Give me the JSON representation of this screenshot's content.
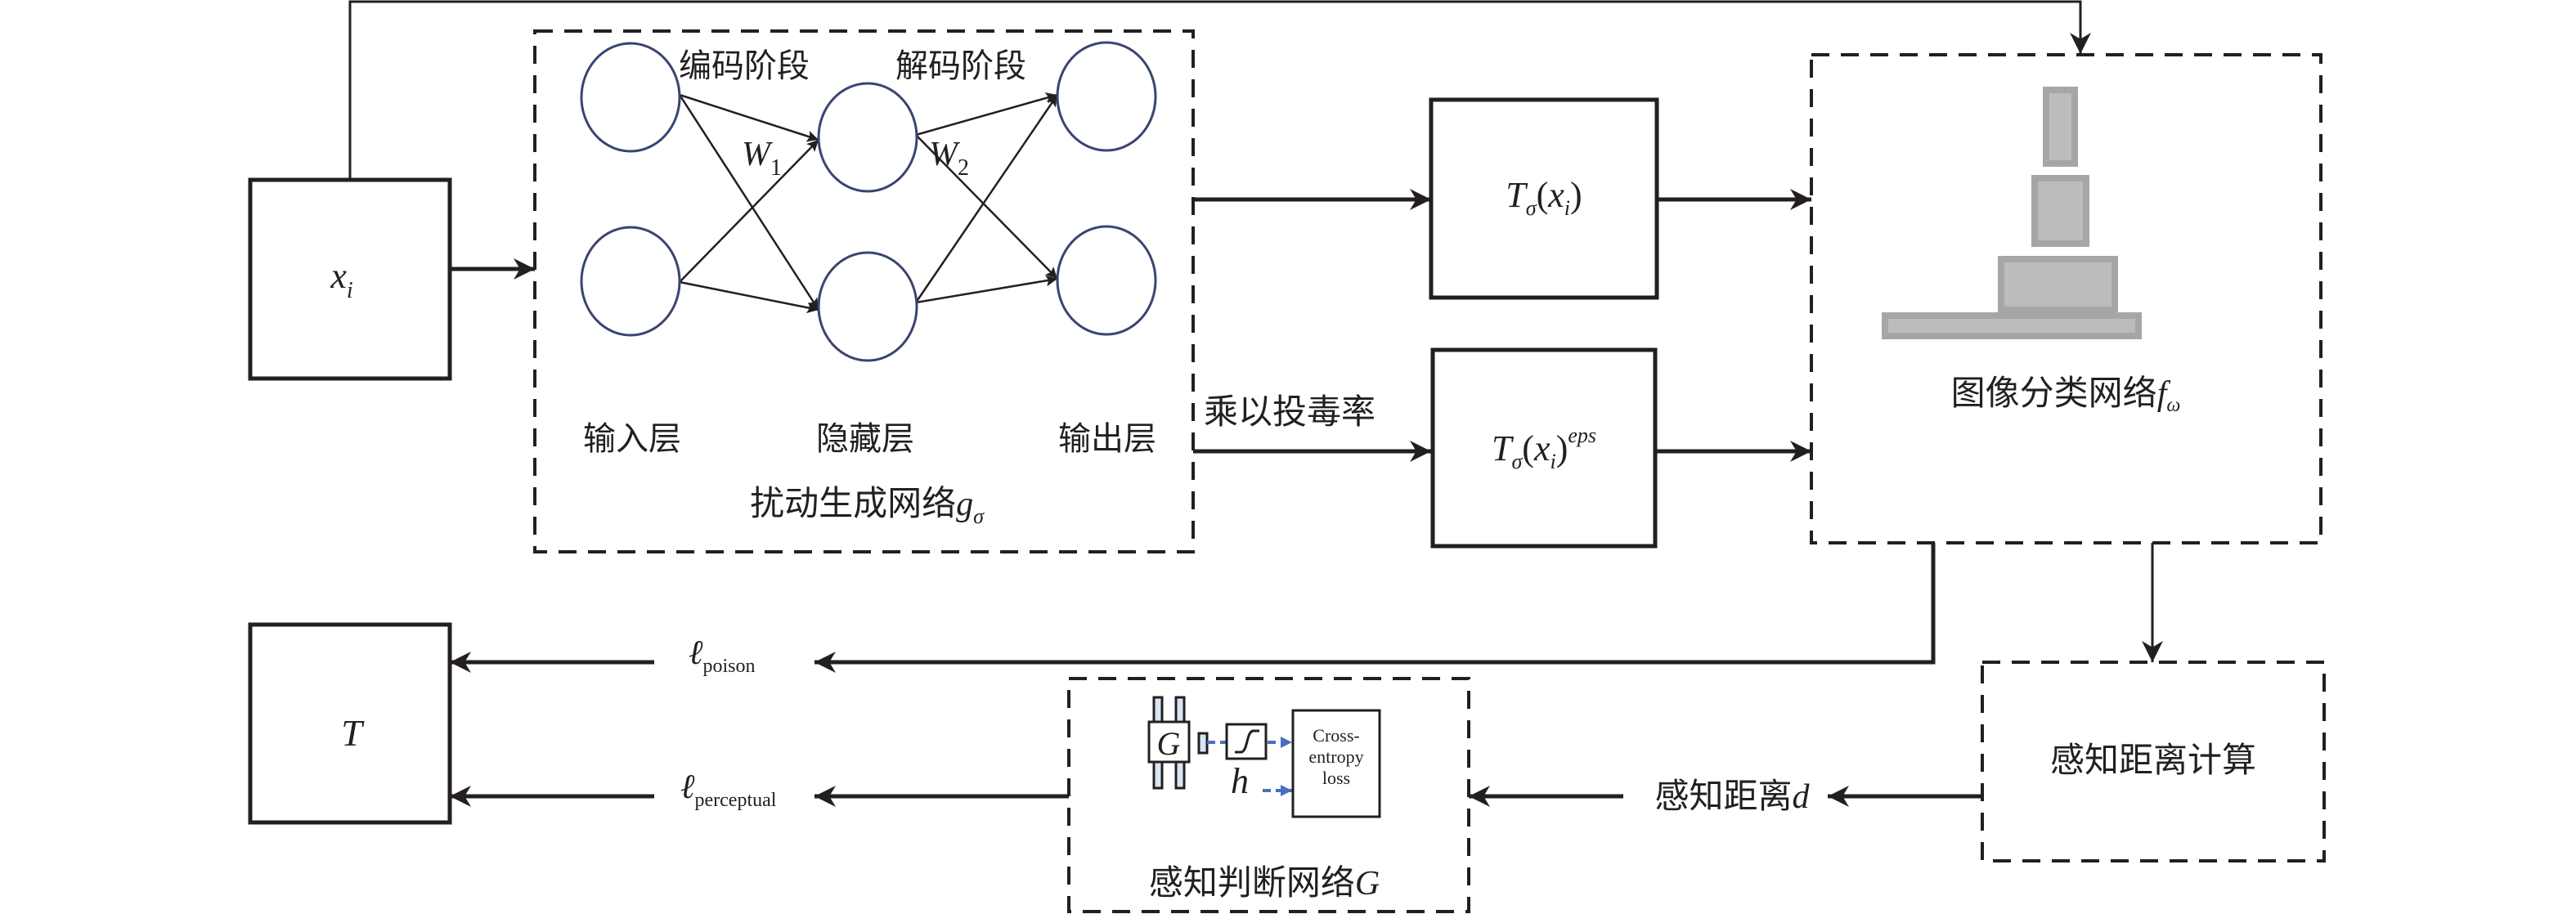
{
  "input_box": {
    "label": "x",
    "subscript": "i"
  },
  "target_box": {
    "label": "T"
  },
  "perturbation_network": {
    "title_text": "扰动生成网络",
    "title_symbol": "g",
    "title_symbol_sub": "σ",
    "encode_stage": "编码阶段",
    "decode_stage": "解码阶段",
    "input_layer": "输入层",
    "hidden_layer": "隐藏层",
    "output_layer": "输出层",
    "weight1": "W",
    "weight1_sub": "1",
    "weight2": "W",
    "weight2_sub": "2"
  },
  "t_sigma_box": {
    "main": "T",
    "sub": "σ",
    "paren_open": "(",
    "arg": "x",
    "arg_sub": "i",
    "paren_close": ")"
  },
  "t_sigma_eps_box": {
    "main": "T",
    "sub": "σ",
    "paren_open": "(",
    "arg": "x",
    "arg_sub": "i",
    "paren_close": ")",
    "sup": "eps"
  },
  "poison_rate_label": "乘以投毒率",
  "classifier": {
    "title_text": "图像分类网络",
    "title_symbol": "f",
    "title_symbol_sub": "ω"
  },
  "perceptual_distance_box": {
    "label": "感知距离计算"
  },
  "perceptual_distance_edge": {
    "text": "感知距离",
    "symbol": "d"
  },
  "loss_poison": {
    "symbol": "ℓ",
    "sub": "poison"
  },
  "loss_perceptual": {
    "symbol": "ℓ",
    "sub": "perceptual"
  },
  "judgment_network": {
    "title_text": "感知判断网络",
    "title_symbol": "G",
    "g_label": "G",
    "h_label": "h",
    "ce_line1": "Cross-",
    "ce_line2": "entropy",
    "ce_line3": "loss"
  },
  "colors": {
    "ink": "#231f20",
    "node_stroke": "#3a4470",
    "layer_gray": "#a6a6a6",
    "layer_gray_light": "#bcbcbc",
    "accent_blue": "#4a6fbf",
    "bar_blue": "#d6e6f4"
  }
}
